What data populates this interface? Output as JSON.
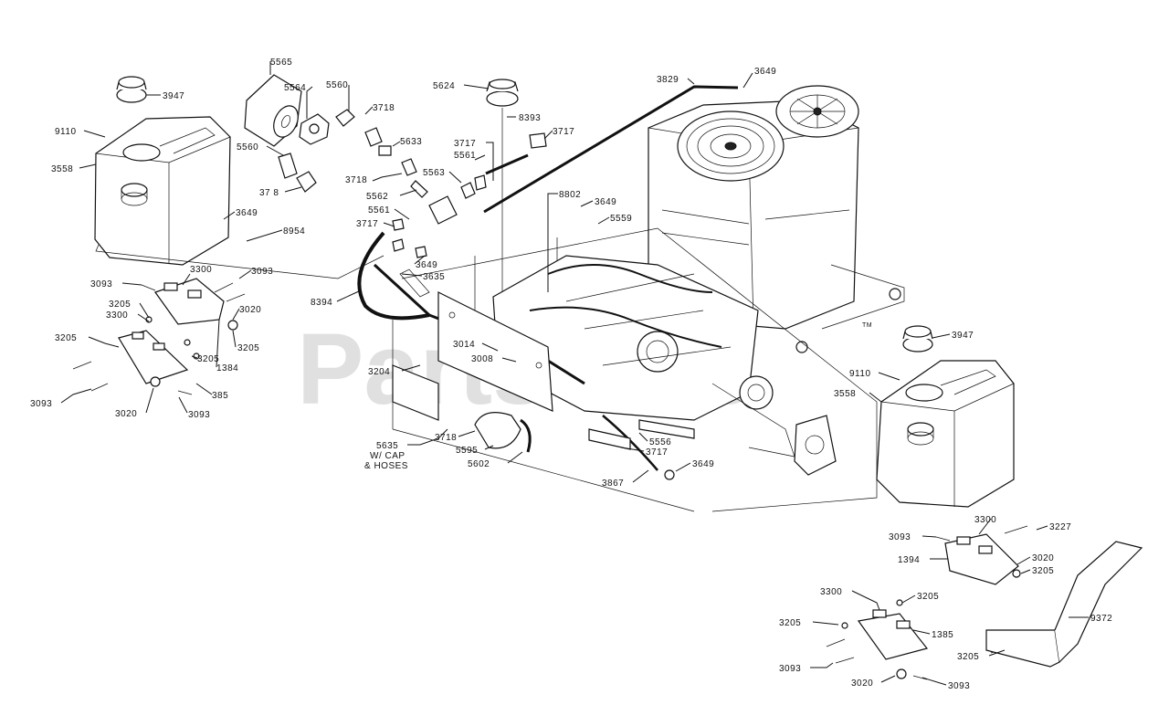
{
  "watermark": "PartsTree",
  "trademark": "TM",
  "callouts": [
    {
      "id": "c01",
      "text": "5565"
    },
    {
      "id": "c02",
      "text": "5564"
    },
    {
      "id": "c03",
      "text": "5560"
    },
    {
      "id": "c04",
      "text": "3718"
    },
    {
      "id": "c05",
      "text": "3947"
    },
    {
      "id": "c06",
      "text": "9110"
    },
    {
      "id": "c07",
      "text": "3558"
    },
    {
      "id": "c08",
      "text": "5560"
    },
    {
      "id": "c09",
      "text": "5633"
    },
    {
      "id": "c10",
      "text": "3718"
    },
    {
      "id": "c11",
      "text": "37 8"
    },
    {
      "id": "c12",
      "text": "5562"
    },
    {
      "id": "c13",
      "text": "5561"
    },
    {
      "id": "c14",
      "text": "3717"
    },
    {
      "id": "c15",
      "text": "5624"
    },
    {
      "id": "c16",
      "text": "8393"
    },
    {
      "id": "c17",
      "text": "3717"
    },
    {
      "id": "c18",
      "text": "3717"
    },
    {
      "id": "c19",
      "text": "5561"
    },
    {
      "id": "c20",
      "text": "5563"
    },
    {
      "id": "c21",
      "text": "3829"
    },
    {
      "id": "c22",
      "text": "3649"
    },
    {
      "id": "c23",
      "text": "8802"
    },
    {
      "id": "c24",
      "text": "3649"
    },
    {
      "id": "c25",
      "text": "5559"
    },
    {
      "id": "c26",
      "text": "3649"
    },
    {
      "id": "c27",
      "text": "8954"
    },
    {
      "id": "c28",
      "text": "3649"
    },
    {
      "id": "c29",
      "text": "3635"
    },
    {
      "id": "c30",
      "text": "8394"
    },
    {
      "id": "c31",
      "text": "3093"
    },
    {
      "id": "c32",
      "text": "3300"
    },
    {
      "id": "c33",
      "text": "3093"
    },
    {
      "id": "c34",
      "text": "3020"
    },
    {
      "id": "c35",
      "text": "3205"
    },
    {
      "id": "c36",
      "text": "3300"
    },
    {
      "id": "c37",
      "text": "3205"
    },
    {
      "id": "c38",
      "text": "3205"
    },
    {
      "id": "c39",
      "text": "3205"
    },
    {
      "id": "c40",
      "text": "1384"
    },
    {
      "id": "c41",
      "text": "385"
    },
    {
      "id": "c42",
      "text": "3093"
    },
    {
      "id": "c43",
      "text": "3020"
    },
    {
      "id": "c44",
      "text": "3093"
    },
    {
      "id": "c45",
      "text": "3014"
    },
    {
      "id": "c46",
      "text": "3008"
    },
    {
      "id": "c47",
      "text": "3204"
    },
    {
      "id": "c48",
      "text": "5635"
    },
    {
      "id": "c49",
      "text": "W/ CAP"
    },
    {
      "id": "c50",
      "text": "& HOSES"
    },
    {
      "id": "c51",
      "text": "3718"
    },
    {
      "id": "c52",
      "text": "5595"
    },
    {
      "id": "c53",
      "text": "5602"
    },
    {
      "id": "c54",
      "text": "5556"
    },
    {
      "id": "c55",
      "text": "3717"
    },
    {
      "id": "c56",
      "text": "3867"
    },
    {
      "id": "c57",
      "text": "3649"
    },
    {
      "id": "c58",
      "text": "3947"
    },
    {
      "id": "c59",
      "text": "9110"
    },
    {
      "id": "c60",
      "text": "3558"
    },
    {
      "id": "c61",
      "text": "3300"
    },
    {
      "id": "c62",
      "text": "3227"
    },
    {
      "id": "c63",
      "text": "3093"
    },
    {
      "id": "c64",
      "text": "1394"
    },
    {
      "id": "c65",
      "text": "3020"
    },
    {
      "id": "c66",
      "text": "3205"
    },
    {
      "id": "c67",
      "text": "3300"
    },
    {
      "id": "c68",
      "text": "3205"
    },
    {
      "id": "c69",
      "text": "3205"
    },
    {
      "id": "c70",
      "text": "1385"
    },
    {
      "id": "c71",
      "text": "9372"
    },
    {
      "id": "c72",
      "text": "3093"
    },
    {
      "id": "c73",
      "text": "3020"
    },
    {
      "id": "c74",
      "text": "3093"
    },
    {
      "id": "c75",
      "text": "3205"
    }
  ]
}
